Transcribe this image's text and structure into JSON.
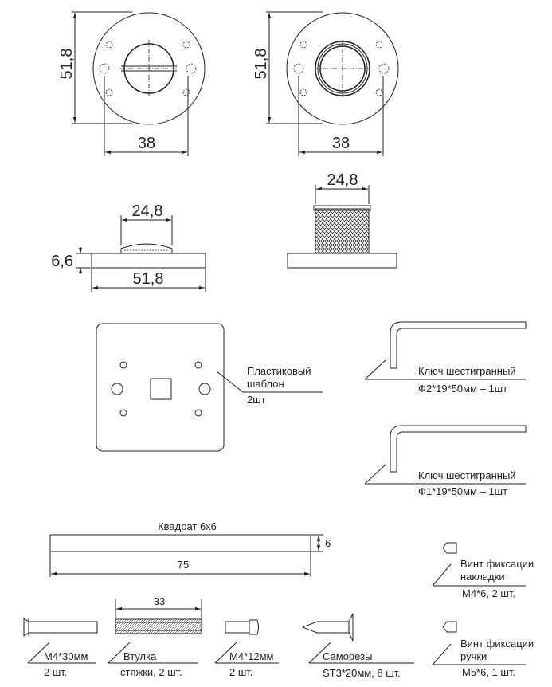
{
  "rosette_front_left": {
    "height_dim": "51,8",
    "width_dim": "38"
  },
  "rosette_front_right": {
    "height_dim": "51,8",
    "width_dim": "38"
  },
  "rosette_side_left": {
    "top_dim": "24,8",
    "thickness_dim": "6,6",
    "width_dim": "51,8"
  },
  "rosette_side_right": {
    "top_dim": "24,8"
  },
  "template": {
    "line1": "Пластиковый",
    "line2": "шаблон",
    "qty": "2шт"
  },
  "hex_key_1": {
    "title": "Ключ шестигранный",
    "spec": "Ф2*19*50мм – 1шт"
  },
  "hex_key_2": {
    "title": "Ключ шестигранный",
    "spec": "Ф1*19*50мм – 1шт"
  },
  "square_bar": {
    "title": "Квадрат 6х6",
    "thickness_dim": "6",
    "length_dim": "75"
  },
  "screw_cover": {
    "line1": "Винт фиксации",
    "line2": "накладки",
    "spec": "М4*6, 2 шт."
  },
  "screw_handle": {
    "line1": "Винт фиксации",
    "line2": "ручки",
    "spec": "М5*6, 1 шт."
  },
  "bolt_30": {
    "spec": "М4*30мм",
    "qty": "2 шт."
  },
  "sleeve": {
    "dim": "33",
    "line1": "Втулка",
    "line2": "стяжки, 2 шт."
  },
  "bolt_12": {
    "spec": "М4*12мм",
    "qty": "2 шт."
  },
  "self_tapping": {
    "title": "Саморезы",
    "spec": "ST3*20мм, 8 шт."
  }
}
